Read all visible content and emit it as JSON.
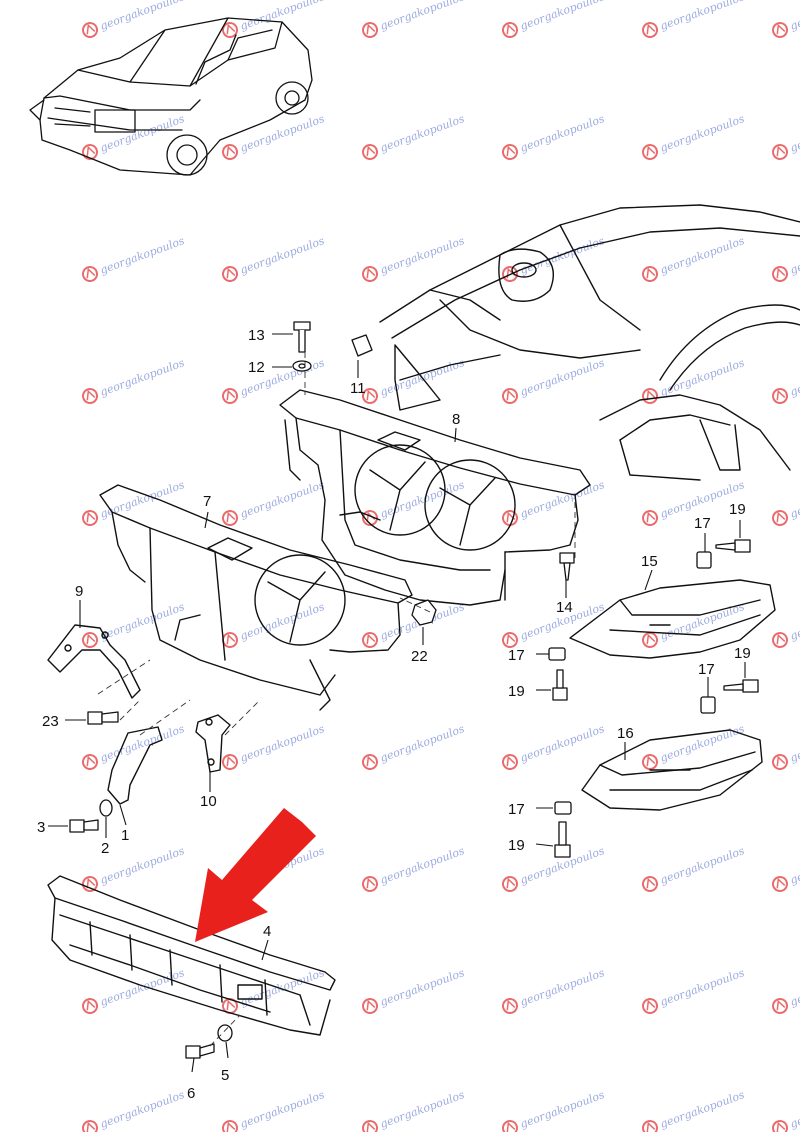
{
  "watermark": {
    "text": "georgakopoulos",
    "logo_color": "#e23a3a",
    "text_color": "#7b8fd6"
  },
  "callouts": {
    "c1": "1",
    "c2": "2",
    "c3": "3",
    "c4": "4",
    "c5": "5",
    "c6": "6",
    "c7": "7",
    "c8": "8",
    "c9": "9",
    "c10": "10",
    "c11": "11",
    "c12": "12",
    "c13": "13",
    "c14": "14",
    "c15": "15",
    "c16": "16",
    "c17": "17",
    "c19": "19",
    "c22": "22",
    "c23": "23"
  },
  "highlight_arrow_color": "#e8211d"
}
